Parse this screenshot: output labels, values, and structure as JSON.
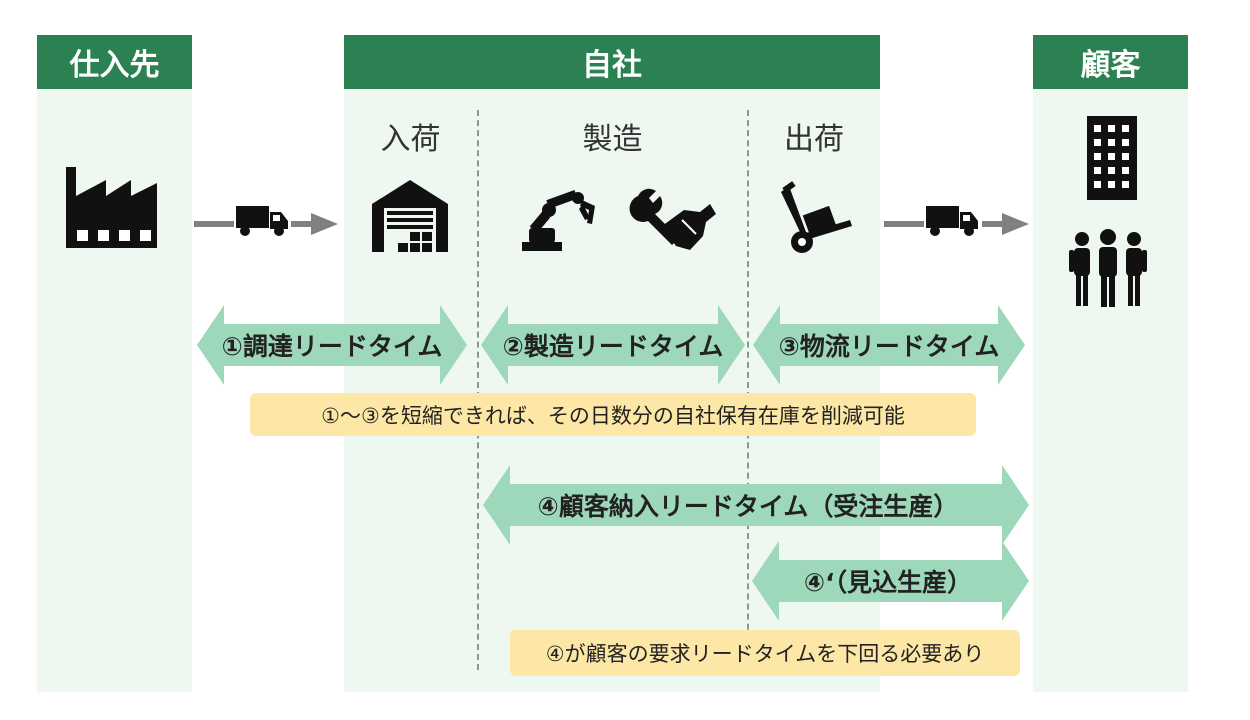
{
  "columns": {
    "supplier": "仕入先",
    "company": "自社",
    "customer": "顧客"
  },
  "stages": {
    "receiving": "入荷",
    "manufacturing": "製造",
    "shipping": "出荷"
  },
  "lead_times": {
    "procurement": "①調達リードタイム",
    "manufacturing": "②製造リードタイム",
    "logistics": "③物流リードタイム",
    "delivery": "④顧客納入リードタイム（受注生産）",
    "forecast": "④‘（見込生産）"
  },
  "notes": {
    "reduce_inventory": "①～③を短縮できれば、その日数分の自社保有在庫を削減可能",
    "requirement": "④が顧客の要求リードタイムを下回る必要あり"
  },
  "colors": {
    "header_green": "#2b8152",
    "column_bg": "#eef8f1",
    "arrow_fill": "#9ed8bb",
    "note_bg": "#fde7a6",
    "flow_arrow": "#808080"
  },
  "icons": [
    "factory-icon",
    "truck-icon",
    "warehouse-icon",
    "robot-arm-icon",
    "handshake-wrench-icon",
    "hand-truck-icon",
    "office-building-icon",
    "people-icon"
  ]
}
